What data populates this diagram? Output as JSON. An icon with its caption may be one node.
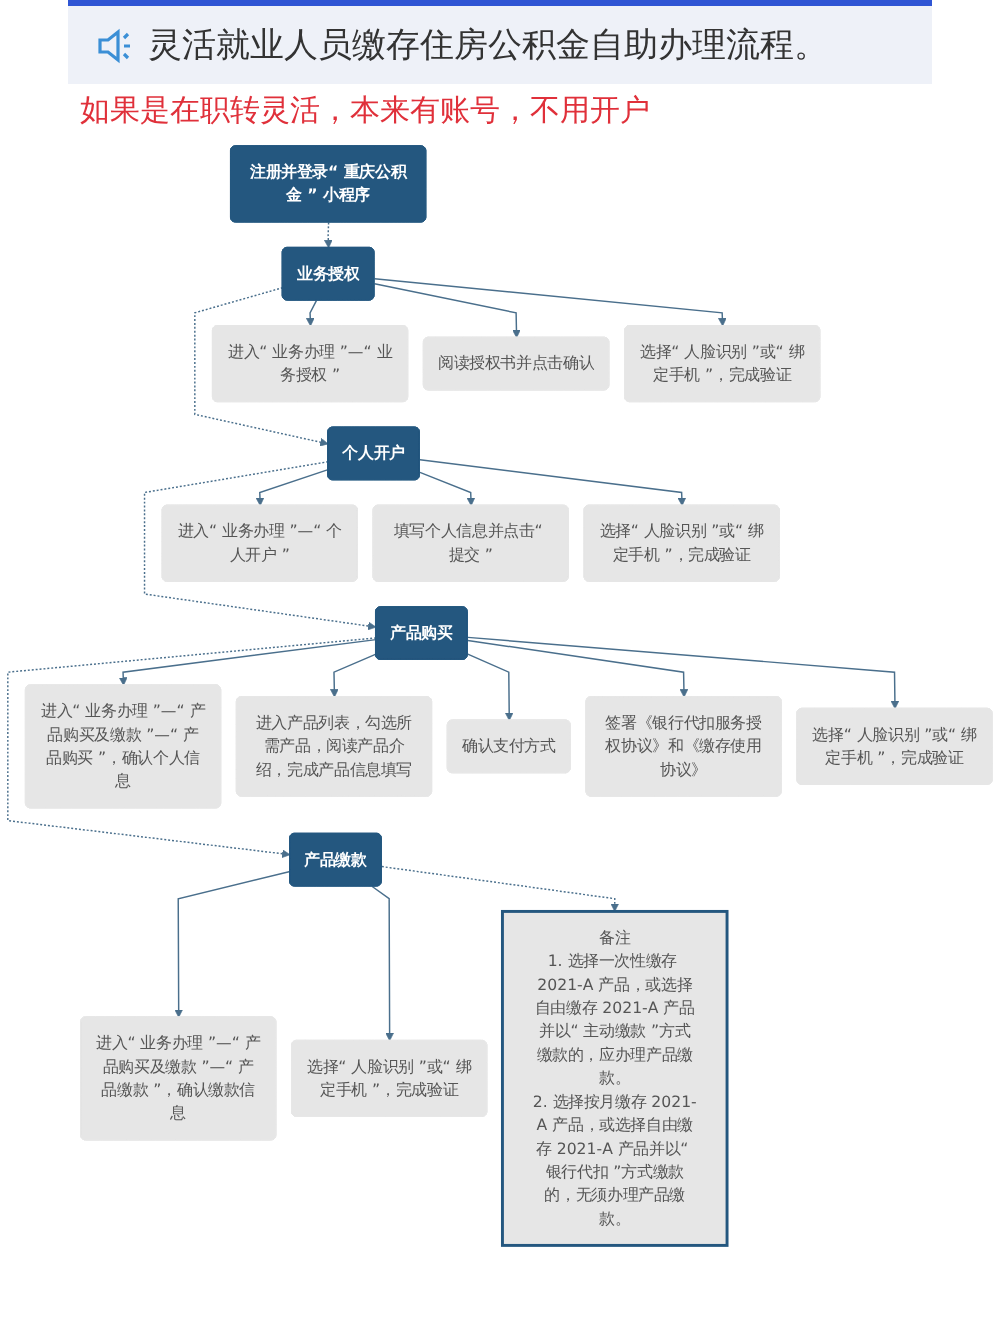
{
  "diagram": {
    "title": "灵活就业人员缴存住房公积金自助办理流程。",
    "nodes": [
      {
        "text": [
          "注册并登录“ 重庆公积金 ” 小程序"
        ]
      },
      {
        "text": [
          "业务授权"
        ]
      },
      {
        "text": [
          "进入“ 业务办理 ”—“ 业务授权 ”"
        ]
      },
      {
        "text": [
          "阅读授权书并点击确认"
        ]
      },
      {
        "text": [
          "选择“ 人脸识别 ”或“ 绑定手机 ”，完成验证"
        ]
      },
      {
        "text": [
          "个人开户"
        ]
      },
      {
        "text": [
          "进入“ 业务办理 ”—“ 个人开户 ”"
        ]
      },
      {
        "text": [
          "填写个人信息并点击“ 提交 ”"
        ]
      },
      {
        "text": [
          "选择“ 人脸识别 ”或“ 绑定手机 ”，完成验证"
        ]
      },
      {
        "text": [
          "产品购买"
        ]
      },
      {
        "text": [
          "进入“ 业务办理 ”—“ 产品购买及缴款 ”—“ 产品购买 ”，确认个人信息"
        ]
      },
      {
        "text": [
          "进入产品列表，勾选所需产品，阅读产品介绍，完成产品信息填写"
        ]
      },
      {
        "text": [
          "确认支付方式"
        ]
      },
      {
        "text": [
          "签署《银行代扣服务授权协议》和《缴存使用协议》"
        ]
      },
      {
        "text": [
          "选择“ 人脸识别 ”或“ 绑定手机 ”，完成验证"
        ]
      },
      {
        "text": [
          "产品缴款"
        ]
      },
      {
        "text": [
          "进入“ 业务办理 ”—“ 产品购买及缴款 ”—“ 产品缴款 ”，确认缴款信息"
        ]
      },
      {
        "text": [
          "选择“ 人脸识别 ”或“ 绑定手机 ”，完成验证"
        ]
      },
      {
        "text": [
          "备注",
          "1. 选择一次性缴存 2021-A 产品，或选择自由缴存 2021-A 产品并以“ 主动缴款 ”方式缴款的，应办理产品缴款。",
          "2. 选择按月缴存 2021-A 产品，或选择自由缴存 2021-A 产品并以“ 银行代扣 ”方式缴款的，无须办理产品缴款。"
        ]
      }
    ],
    "edges": [
      {
        "from": 0,
        "to": 1,
        "arrow": "to",
        "style": "dashed"
      },
      {
        "from": 1,
        "to": 2,
        "arrow": "to"
      },
      {
        "from": 1,
        "to": 3,
        "arrow": "to"
      },
      {
        "from": 1,
        "to": 4,
        "arrow": "to"
      },
      {
        "from": 1,
        "to": 5,
        "arrow": "to",
        "style": "dashed"
      },
      {
        "from": 5,
        "to": 6,
        "arrow": "to"
      },
      {
        "from": 5,
        "to": 7,
        "arrow": "to"
      },
      {
        "from": 5,
        "to": 8,
        "arrow": "to"
      },
      {
        "from": 5,
        "to": 9,
        "arrow": "to",
        "style": "dashed"
      },
      {
        "from": 9,
        "to": 10,
        "arrow": "to"
      },
      {
        "from": 9,
        "to": 11,
        "arrow": "to"
      },
      {
        "from": 9,
        "to": 12,
        "arrow": "to"
      },
      {
        "from": 9,
        "to": 13,
        "arrow": "to"
      },
      {
        "from": 9,
        "to": 14,
        "arrow": "to"
      },
      {
        "from": 9,
        "to": 15,
        "arrow": "to",
        "style": "dashed"
      },
      {
        "from": 15,
        "to": 16,
        "arrow": "to"
      },
      {
        "from": 15,
        "to": 17,
        "arrow": "to"
      },
      {
        "from": 15,
        "to": 18,
        "arrow": "to",
        "style": "dashed"
      }
    ],
    "labels": [
      "如果是在职转灵活，本来有账号，不用开户"
    ]
  }
}
